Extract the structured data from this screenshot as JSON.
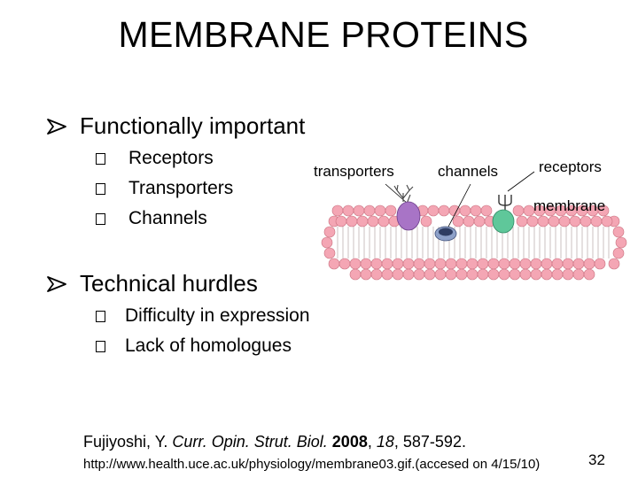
{
  "slide": {
    "title": "MEMBRANE PROTEINS",
    "bullets": [
      {
        "text": "Functionally important",
        "subs": [
          "Receptors",
          "Transporters",
          "Channels"
        ]
      },
      {
        "text": "Technical hurdles",
        "subs": [
          "Difficulty in expression",
          "Lack of homologues"
        ]
      }
    ],
    "figure": {
      "labels": {
        "transporters": "transporters",
        "channels": "channels",
        "receptors": "receptors",
        "membrane": "membrane"
      }
    },
    "citation": {
      "author": "Fujiyoshi, Y. ",
      "journal": "Curr. Opin. Strut. Biol.",
      "year": "2008",
      "volume": "18",
      "pages": ", 587-592."
    },
    "source_url": "http://www.health.uce.ac.uk/physiology/membrane03.gif.(accesed on 4/15/10)",
    "page_number": "32"
  },
  "colors": {
    "lipid_head": "#f4a6b4",
    "lipid_head_edge": "#c9707f",
    "transporter": "#a874c6",
    "channel": "#5b6f9e",
    "receptor": "#5fc79a"
  }
}
